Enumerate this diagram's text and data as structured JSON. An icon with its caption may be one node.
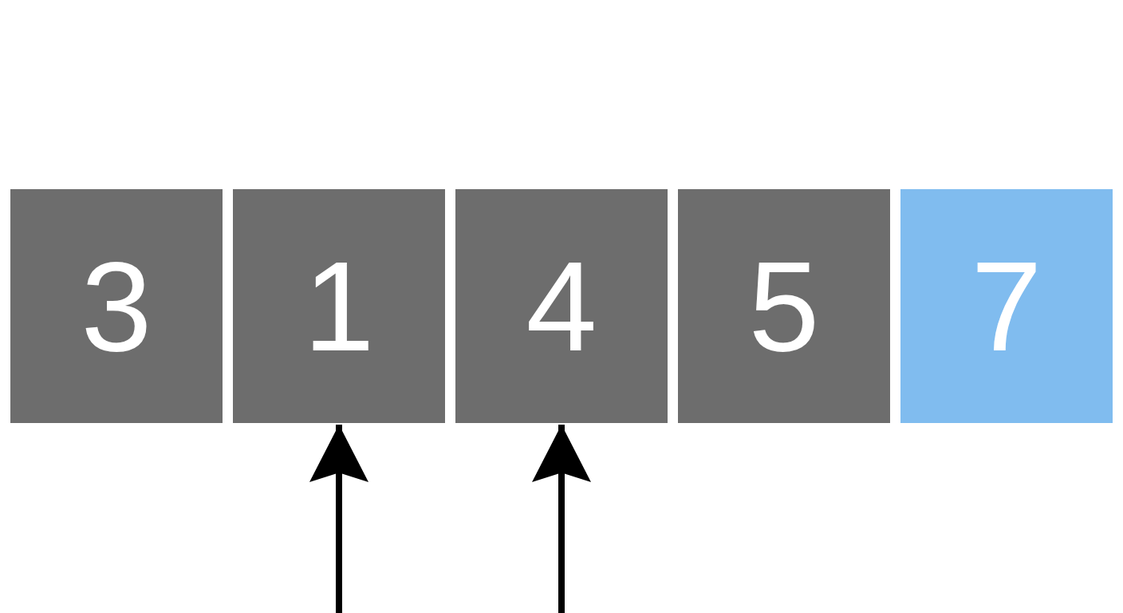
{
  "diagram": {
    "nodes": [
      {
        "text": [
          "3"
        ]
      },
      {
        "text": [
          "1"
        ]
      },
      {
        "text": [
          "4"
        ]
      },
      {
        "text": [
          "5"
        ]
      },
      {
        "text": [
          "7"
        ]
      }
    ],
    "edges": [
      {
        "from": null,
        "to": 1,
        "arrow": "to"
      },
      {
        "from": null,
        "to": 2,
        "arrow": "to"
      }
    ]
  }
}
